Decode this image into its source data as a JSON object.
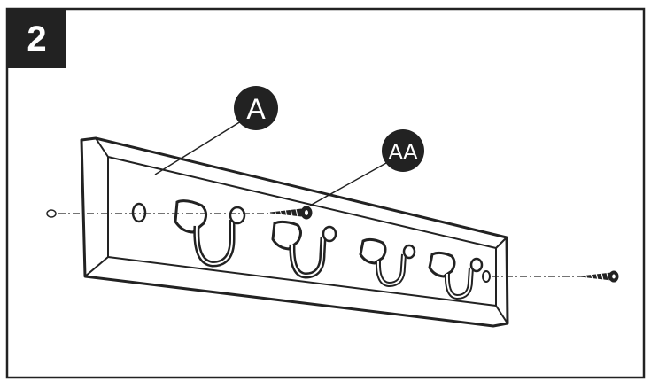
{
  "step": {
    "number": "2"
  },
  "callouts": {
    "part_a": "A",
    "part_aa": "AA"
  },
  "colors": {
    "ink": "#222222",
    "background": "#ffffff"
  }
}
